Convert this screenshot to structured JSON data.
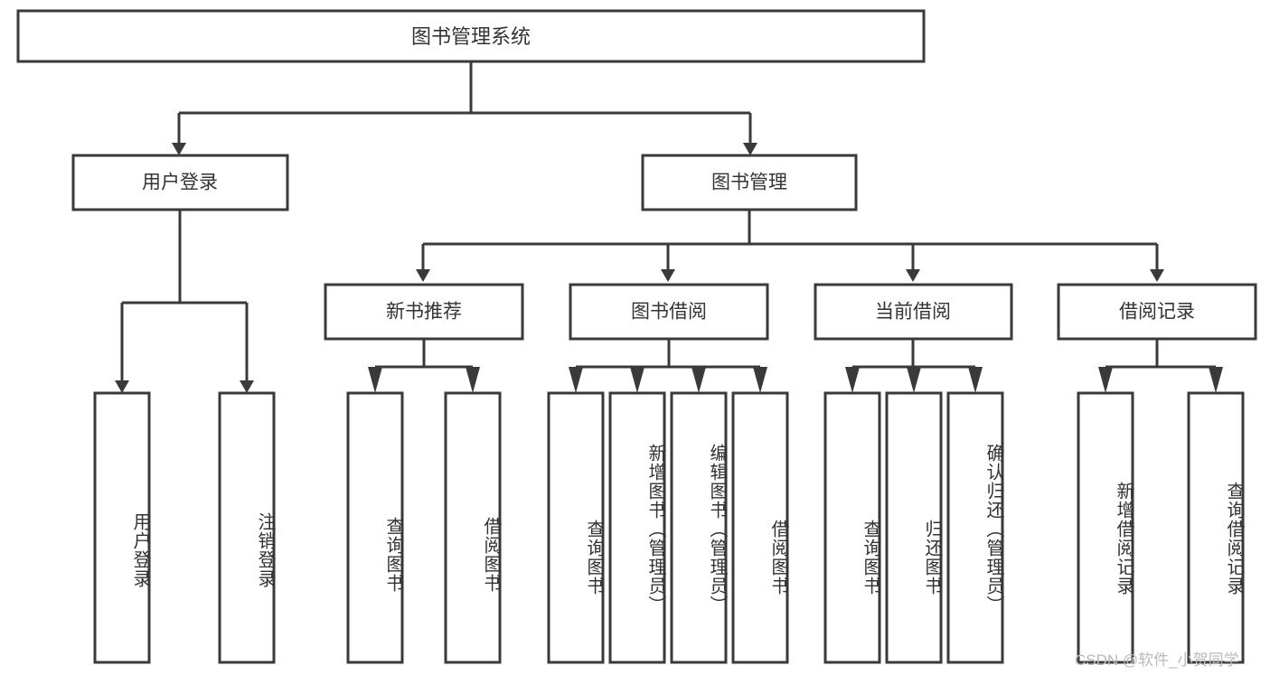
{
  "diagram": {
    "type": "tree-hierarchy",
    "title": "图书管理系统",
    "root": {
      "id": "root",
      "label": "图书管理系统",
      "orientation": "horizontal"
    },
    "level1": [
      {
        "id": "user-login",
        "label": "用户登录",
        "orientation": "horizontal"
      },
      {
        "id": "book-management",
        "label": "图书管理",
        "orientation": "horizontal"
      }
    ],
    "level2": [
      {
        "id": "new-book-recommend",
        "label": "新书推荐",
        "orientation": "horizontal",
        "parent": "book-management"
      },
      {
        "id": "book-borrow",
        "label": "图书借阅",
        "orientation": "horizontal",
        "parent": "book-management"
      },
      {
        "id": "current-borrow",
        "label": "当前借阅",
        "orientation": "horizontal",
        "parent": "book-management"
      },
      {
        "id": "borrow-record",
        "label": "借阅记录",
        "orientation": "horizontal",
        "parent": "book-management"
      }
    ],
    "leaves": [
      {
        "id": "leaf-user-login",
        "label": "用户登录",
        "orientation": "vertical",
        "parent": "user-login"
      },
      {
        "id": "leaf-logout-login",
        "label": "注销登录",
        "orientation": "vertical",
        "parent": "user-login"
      },
      {
        "id": "leaf-query-book-1",
        "label": "查询图书",
        "orientation": "vertical",
        "parent": "new-book-recommend"
      },
      {
        "id": "leaf-borrow-book-1",
        "label": "借阅图书",
        "orientation": "vertical",
        "parent": "new-book-recommend"
      },
      {
        "id": "leaf-query-book-2",
        "label": "查询图书",
        "orientation": "vertical",
        "parent": "book-borrow"
      },
      {
        "id": "leaf-add-book",
        "label": "新增图书（管理员）",
        "orientation": "vertical",
        "parent": "book-borrow"
      },
      {
        "id": "leaf-edit-book",
        "label": "编辑图书（管理员）",
        "orientation": "vertical",
        "parent": "book-borrow"
      },
      {
        "id": "leaf-borrow-book-2",
        "label": "借阅图书",
        "orientation": "vertical",
        "parent": "book-borrow"
      },
      {
        "id": "leaf-query-book-3",
        "label": "查询图书",
        "orientation": "vertical",
        "parent": "current-borrow"
      },
      {
        "id": "leaf-return-book",
        "label": "归还图书",
        "orientation": "vertical",
        "parent": "current-borrow"
      },
      {
        "id": "leaf-confirm-return",
        "label": "确认归还（管理员）",
        "orientation": "vertical",
        "parent": "current-borrow"
      },
      {
        "id": "leaf-add-record",
        "label": "新增借阅记录",
        "orientation": "vertical",
        "parent": "borrow-record"
      },
      {
        "id": "leaf-query-record",
        "label": "查询借阅记录",
        "orientation": "vertical",
        "parent": "borrow-record"
      }
    ],
    "colors": {
      "stroke": "#3a3a3a",
      "box_fill": "#ffffff",
      "text": "#333333",
      "background": "#ffffff",
      "watermark": "#b9b9b9"
    }
  },
  "watermark": {
    "text": "CSDN @软件_小贺同学"
  }
}
